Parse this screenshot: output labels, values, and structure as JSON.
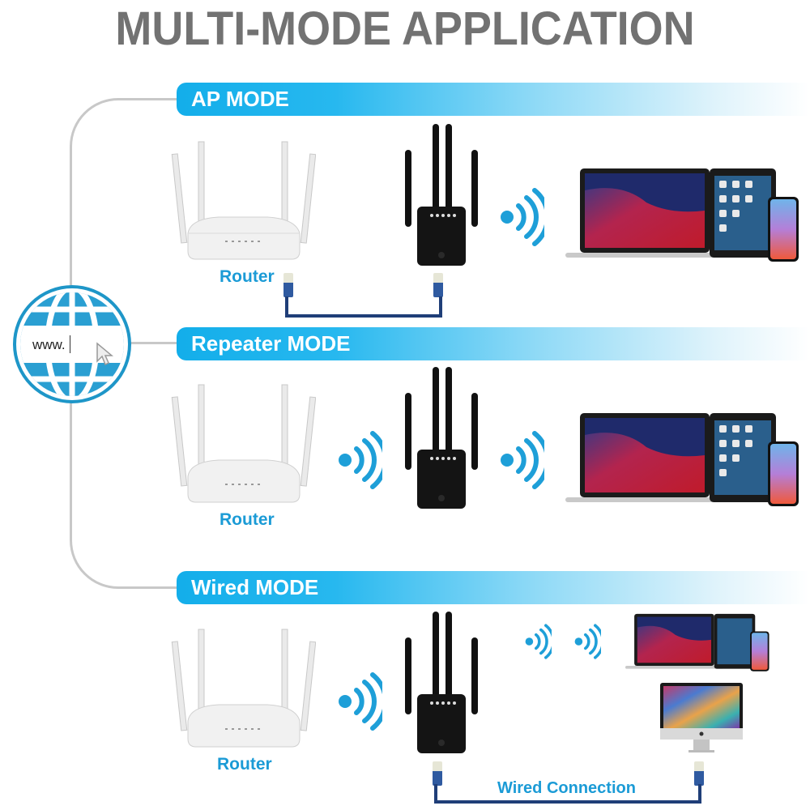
{
  "title": "MULTI-MODE APPLICATION",
  "colors": {
    "accent": "#1b9bd6",
    "banner_start": "#13aeea",
    "title_gray": "#727272",
    "cable": "#1f3e78",
    "line_gray": "#c8c8c8"
  },
  "internet": {
    "url_text": "www.",
    "icon": "globe-icon",
    "cursor": "cursor-arrow-icon"
  },
  "modes": [
    {
      "name": "AP MODE",
      "router_label": "Router",
      "link_router_extender": "ethernet-cable",
      "link_extender_devices": "wifi-signal",
      "devices": [
        "laptop",
        "tablet",
        "smartphone"
      ]
    },
    {
      "name": "Repeater MODE",
      "router_label": "Router",
      "link_router_extender": "wifi-signal",
      "link_extender_devices": "wifi-signal",
      "devices": [
        "laptop",
        "tablet",
        "smartphone"
      ]
    },
    {
      "name": "Wired MODE",
      "router_label": "Router",
      "link_router_extender": "wifi-signal",
      "link_extender_devices": "wifi-signal",
      "devices": [
        "laptop",
        "tablet",
        "smartphone",
        "desktop-computer"
      ],
      "wired_label": "Wired Connection"
    }
  ]
}
